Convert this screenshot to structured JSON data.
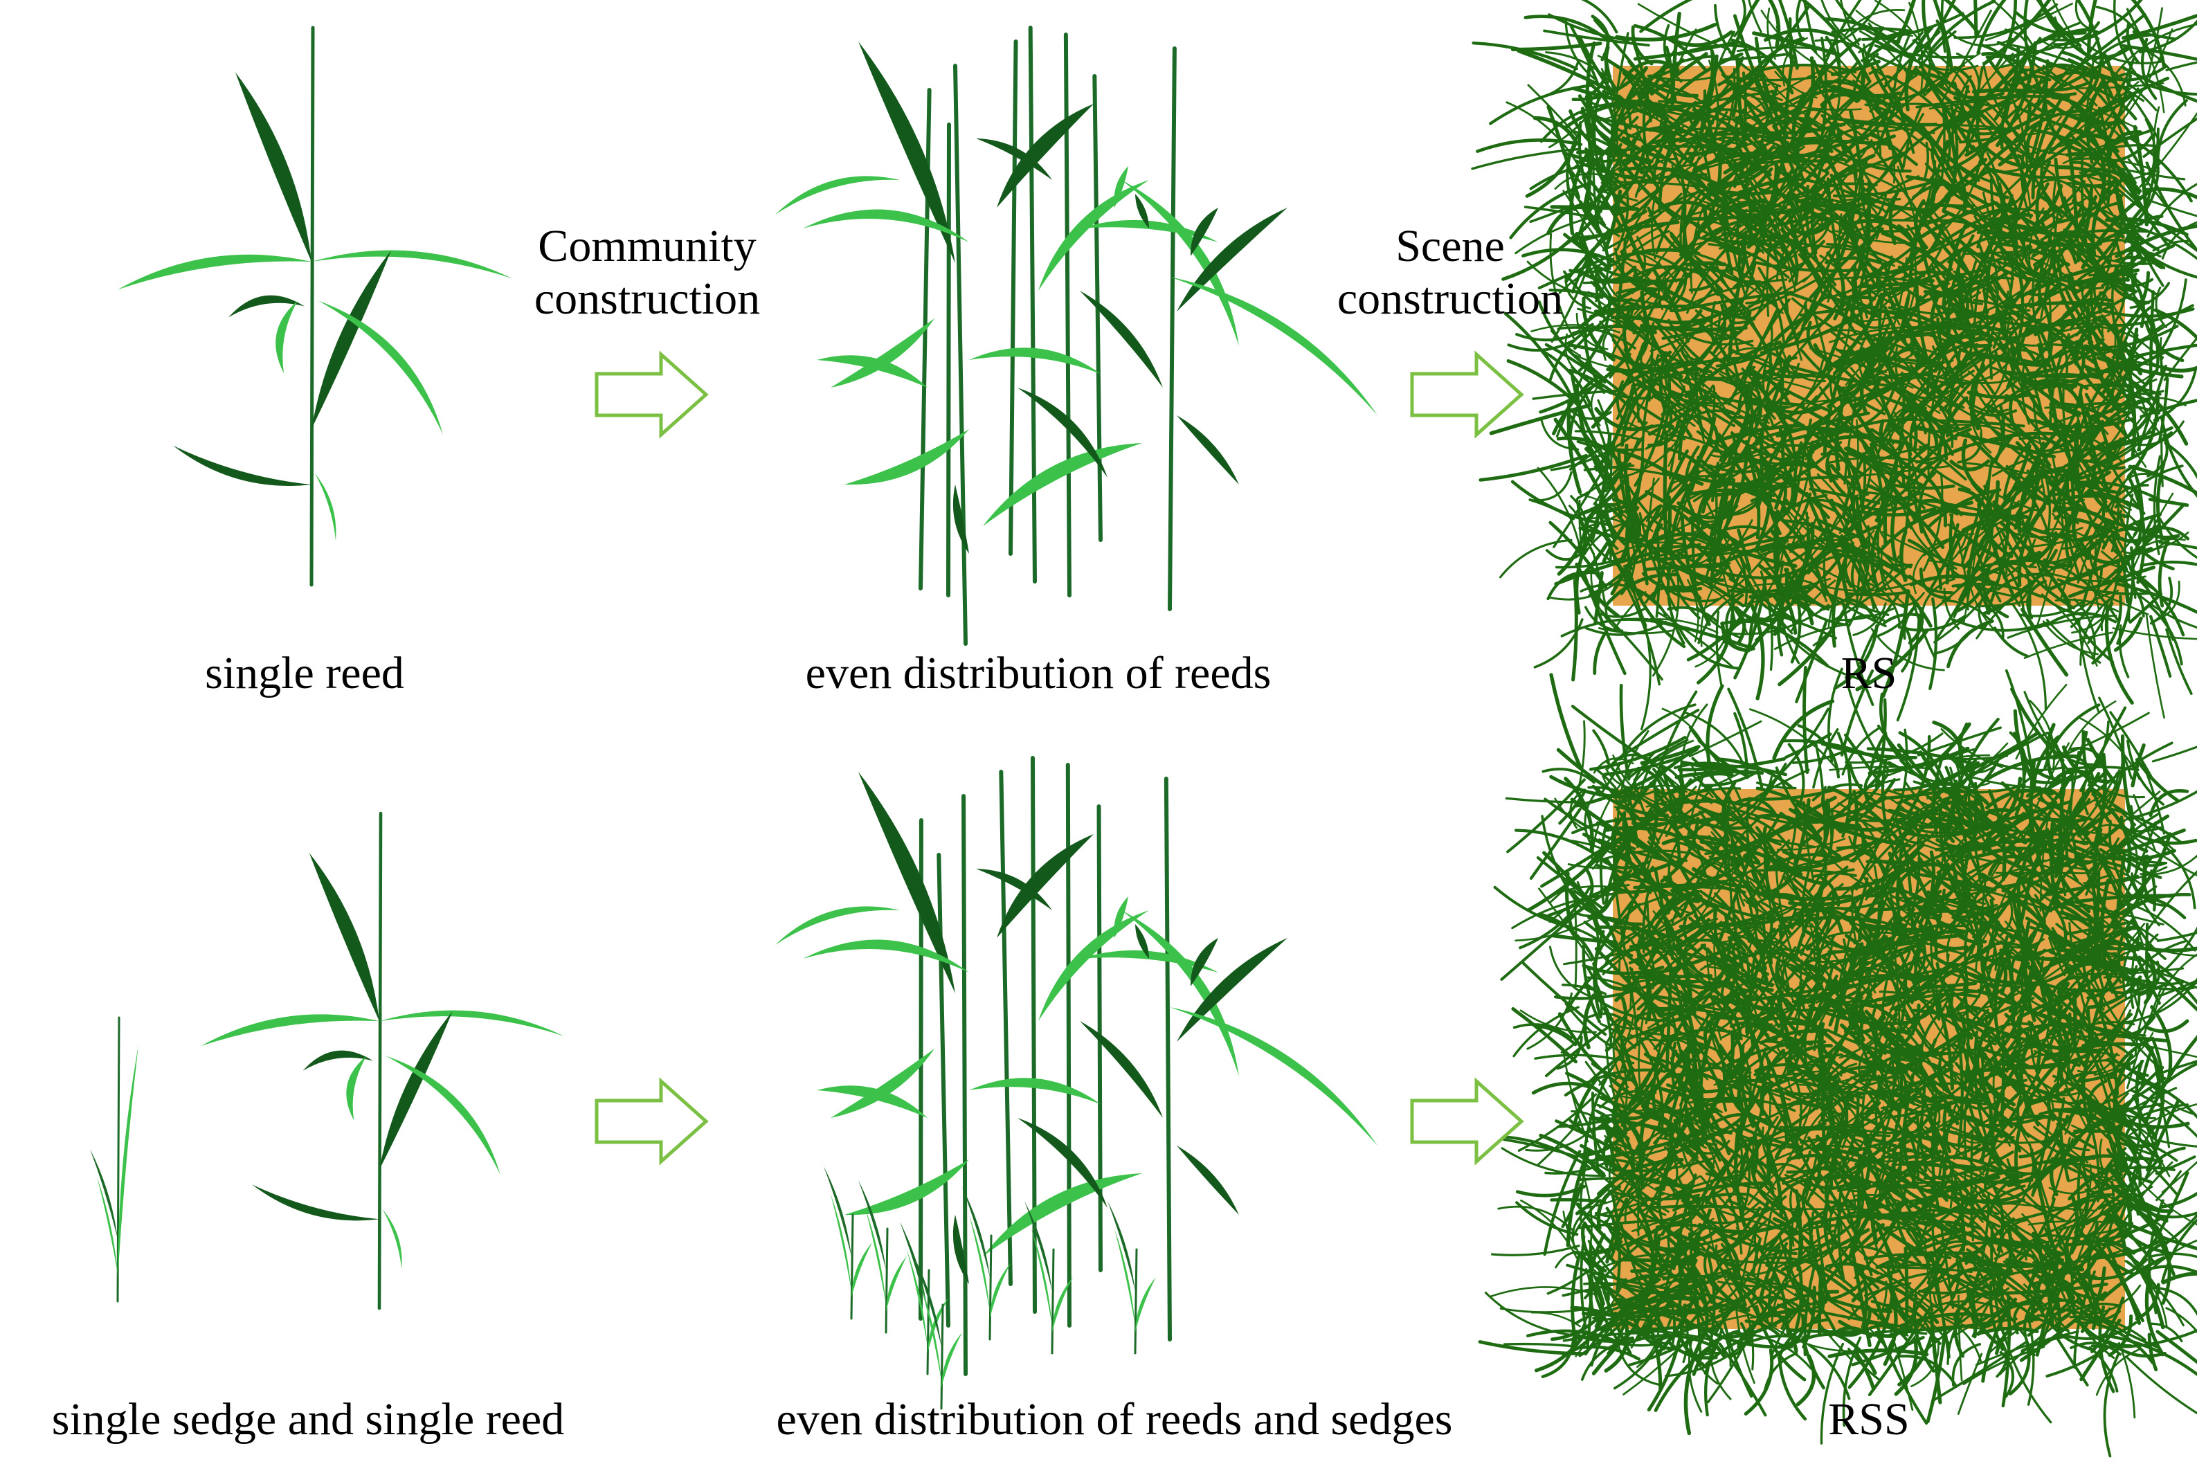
{
  "rows": [
    {
      "panels": [
        {
          "id": "single",
          "caption": "single reed"
        },
        {
          "id": "community",
          "caption": "even distribution of reeds"
        },
        {
          "id": "scene",
          "caption": "RS"
        }
      ],
      "steps": [
        {
          "line1": "Community",
          "line2": "construction"
        },
        {
          "line1": "Scene",
          "line2": "construction"
        }
      ]
    },
    {
      "panels": [
        {
          "id": "single",
          "caption": "single sedge and single reed"
        },
        {
          "id": "community",
          "caption": "even distribution of reeds and sedges"
        },
        {
          "id": "scene",
          "caption": "RSS"
        }
      ],
      "steps": []
    }
  ],
  "colors": {
    "dark_leaf": "#14591c",
    "light_leaf": "#3cc14a",
    "stem": "#1c6a28",
    "soil": "#e7a64c",
    "grass": "#1f6b12",
    "arrow": "#7bc043"
  },
  "icons": [
    "right-arrow-icon"
  ]
}
